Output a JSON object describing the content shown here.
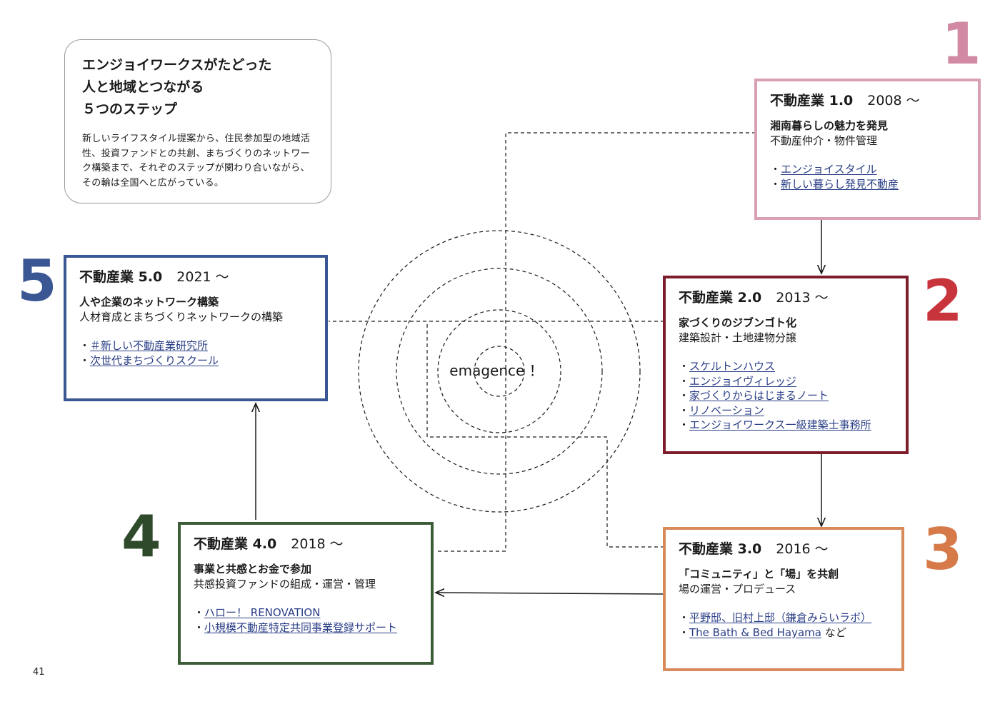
{
  "intro": {
    "title_lines": [
      "エンジョイワークスがたどった",
      "人と地域とつながる",
      "５つのステップ"
    ],
    "body": "新しいライフスタイル提案から、住民参加型の地域活性、投資ファンドとの共創、まちづくりのネットワーク構築まで、それぞのステップが関わり合いながら、その輪は全国へと広がっている。"
  },
  "center_label": "emagence ！",
  "page_number": "41",
  "colors": {
    "step1": "#d9a0b3",
    "step2": "#7d1d2c",
    "step3": "#d9895a",
    "step4": "#3d5c38",
    "step5": "#3a5693",
    "num1": "#d28aa4",
    "num2": "#c8343c",
    "num3": "#d77a4a",
    "num4": "#2f4a2b",
    "num5": "#3a5693",
    "link": "#2a3e86"
  },
  "steps": [
    {
      "number": "1",
      "name": "不動産業 1.0",
      "year": "2008 〜",
      "subtitle": "湘南暮らしの魅力を発見",
      "description": "不動産仲介・物件管理",
      "items": [
        "エンジョイスタイル",
        "新しい暮らし発見不動産"
      ]
    },
    {
      "number": "2",
      "name": "不動産業 2.0",
      "year": "2013 〜",
      "subtitle": "家づくりのジブンゴト化",
      "description": "建築設計・土地建物分譲",
      "items": [
        "スケルトンハウス",
        "エンジョイヴィレッジ",
        "家づくりからはじまるノート",
        "リノベーション",
        "エンジョイワークス一級建築士事務所"
      ]
    },
    {
      "number": "3",
      "name": "不動産業 3.0",
      "year": "2016 〜",
      "subtitle": "「コミュニティ」と「場」を共創",
      "description": "場の運営・プロデュース",
      "items": [
        "平野邸、旧村上邸（鎌倉みらいラボ）",
        "The Bath & Bed Hayama"
      ],
      "item_suffix": "など"
    },
    {
      "number": "4",
      "name": "不動産業 4.0",
      "year": "2018 〜",
      "subtitle": "事業と共感とお金で参加",
      "description": "共感投資ファンドの組成・運営・管理",
      "items": [
        "ハロー！ RENOVATION",
        "小規模不動産特定共同事業登録サポート"
      ]
    },
    {
      "number": "5",
      "name": "不動産業 5.0",
      "year": "2021 〜",
      "subtitle": "人や企業のネットワーク構築",
      "description": "人材育成とまちづくりネットワークの構築",
      "items": [
        "＃新しい不動産業研究所",
        "次世代まちづくりスクール"
      ]
    }
  ]
}
